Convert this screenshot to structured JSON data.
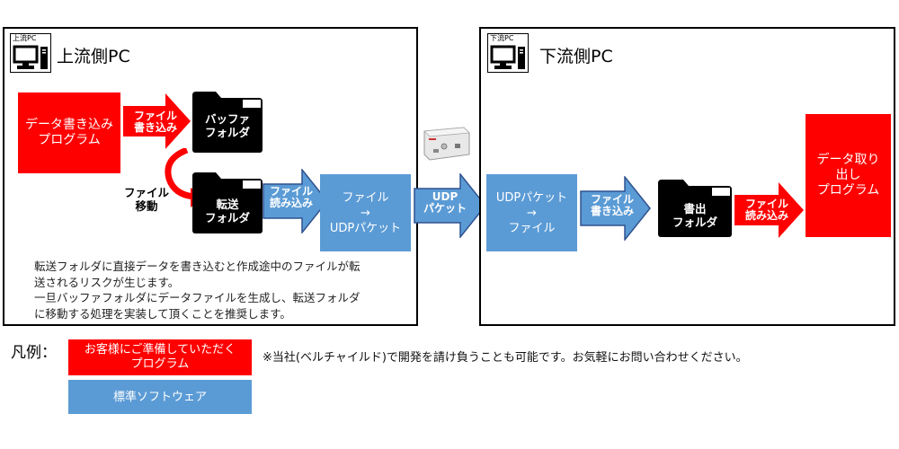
{
  "upstream": {
    "tag": "上流PC",
    "title": "上流側PC",
    "write_program": [
      "データ書き込み",
      "プログラム"
    ],
    "arrow_file_write": [
      "ファイル",
      "書き込み"
    ],
    "buffer_folder": [
      "バッファ",
      "フォルダ"
    ],
    "move_label": [
      "ファイル",
      "移動"
    ],
    "transfer_folder": [
      "転送",
      "フォルダ"
    ],
    "arrow_file_read": [
      "ファイル",
      "読み込み"
    ],
    "converter": [
      "ファイル",
      "→",
      "UDPパケット"
    ],
    "note": [
      "転送フォルダに直接データを書き込むと作成途中のファイルが転",
      "送されるリスクが生じます。",
      "一旦バッファフォルダにデータファイルを生成し、転送フォルダ",
      "に移動する処理を実装して頂くことを推奨します。"
    ]
  },
  "link": {
    "udp_arrow": [
      "UDP",
      "パケット"
    ]
  },
  "downstream": {
    "tag": "下流PC",
    "title": "下流側PC",
    "converter": [
      "UDPパケット",
      "→",
      "ファイル"
    ],
    "arrow_file_write": [
      "ファイル",
      "書き込み"
    ],
    "output_folder": [
      "書出",
      "フォルダ"
    ],
    "arrow_file_read": [
      "ファイル",
      "読み込み"
    ],
    "read_program": [
      "データ取り",
      "出し",
      "プログラム"
    ]
  },
  "legend": {
    "label": "凡例：",
    "customer_program": [
      "お客様にご準備していただく",
      "プログラム"
    ],
    "standard_software": "標準ソフトウェア",
    "note": "※当社(ベルチャイルド)で開発を請け負うことも可能です。お気軽にお問い合わせください。"
  },
  "colors": {
    "customer": "#ff0000",
    "standard": "#5b9bd5",
    "folder": "#000000",
    "arrow_blue": "#5b9bd5",
    "arrow_red": "#ff0000"
  }
}
